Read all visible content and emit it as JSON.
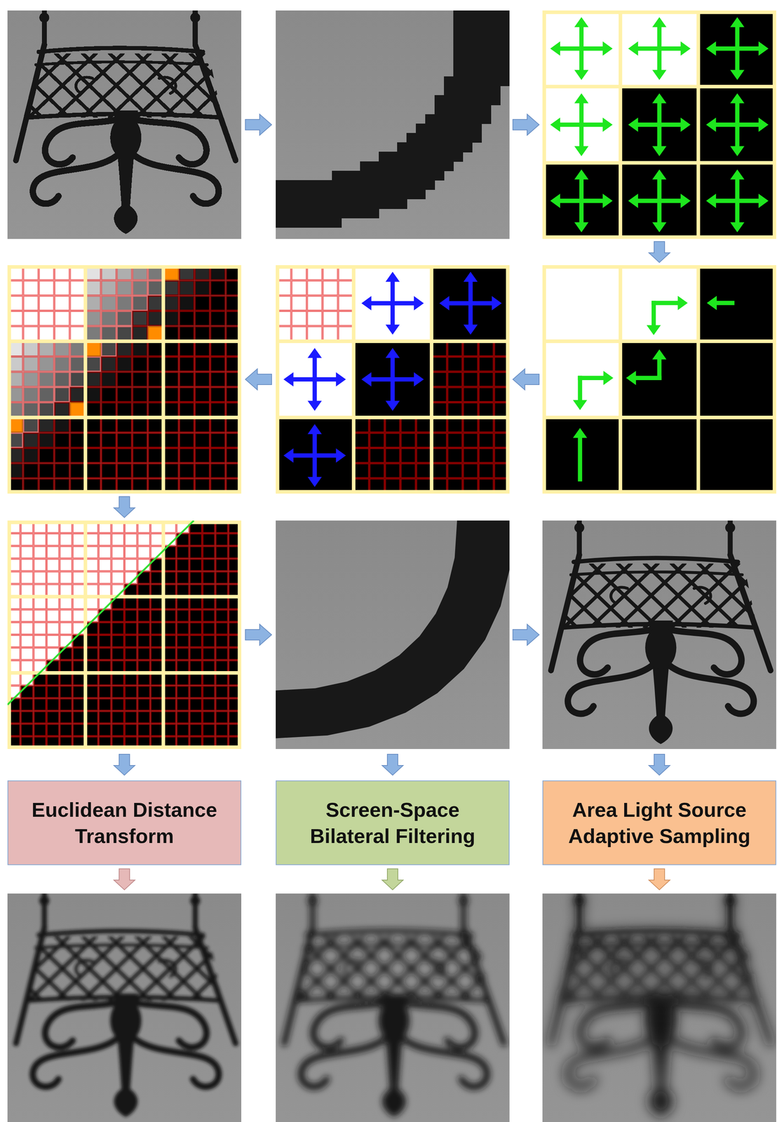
{
  "diagram": {
    "nodes": [
      {
        "text": [
          "Euclidean Distance Transform"
        ]
      },
      {
        "text": [
          "Screen-Space Bilateral Filtering"
        ]
      },
      {
        "text": [
          "Area Light Source Adaptive Sampling"
        ]
      }
    ]
  }
}
